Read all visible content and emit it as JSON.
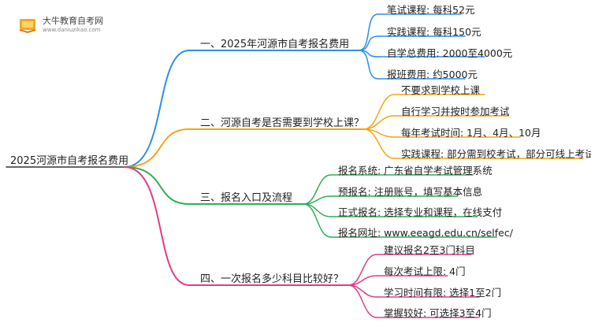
{
  "logo": {
    "title": "大牛教育自考网",
    "url": "www.daniuzikao.com"
  },
  "colors": {
    "branch1": "#2f8fe6",
    "branch2": "#f2a516",
    "branch3": "#2fae55",
    "branch4": "#e23b8a"
  },
  "root": {
    "label": "2025河源市自考报名费用"
  },
  "branches": [
    {
      "label": "一、2025年河源市自考报名费用",
      "color_key": "branch1",
      "leaves": [
        "笔试课程: 每科52元",
        "实践课程: 每科150元",
        "自学总费用: 2000至4000元",
        "报班费用: 约5000元"
      ]
    },
    {
      "label": "二、河源自考是否需要到学校上课？",
      "color_key": "branch2",
      "leaves": [
        "不要求到学校上课",
        "自行学习并按时参加考试",
        "每年考试时间: 1月、4月、10月",
        "实践课程: 部分需到校考试，部分可线上考试"
      ]
    },
    {
      "label": "三、报名入口及流程",
      "color_key": "branch3",
      "leaves": [
        "报名系统: 广东省自学考试管理系统",
        "预报名: 注册账号，填写基本信息",
        "正式报名: 选择专业和课程，在线支付",
        "报名网址: www.eeagd.edu.cn/selfec/"
      ]
    },
    {
      "label": "四、一次报名多少科目比较好？",
      "color_key": "branch4",
      "leaves": [
        "建议报名2至3门科目",
        "每次考试上限: 4门",
        "学习时间有限: 选择1至2门",
        "掌握较好: 可选择3至4门"
      ]
    }
  ]
}
